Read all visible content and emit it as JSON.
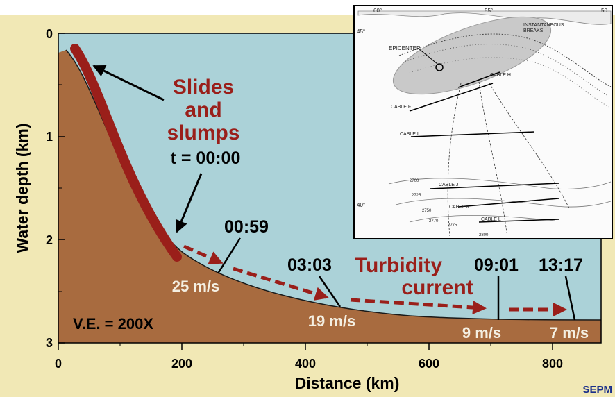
{
  "axes": {
    "ylabel": "Water depth (km)",
    "xlabel": "Distance (km)",
    "yticks": [
      "0",
      "1",
      "2",
      "3"
    ],
    "xticks": [
      "0",
      "200",
      "400",
      "600",
      "800"
    ]
  },
  "annotations": {
    "slides": [
      "Slides",
      "and",
      "slumps"
    ],
    "t0": "t = 00:00",
    "turbidity": [
      "Turbidity",
      "current"
    ],
    "times": [
      "00:59",
      "03:03",
      "09:01",
      "13:17"
    ],
    "speeds": [
      "25 m/s",
      "19 m/s",
      "9 m/s",
      "7 m/s"
    ],
    "ve": "V.E. = 200X"
  },
  "credit": "SEPM",
  "inset_map": {
    "epicenter": "EPICENTER",
    "breaks": [
      "INSTANTANEOUS",
      "BREAKS"
    ],
    "cables": [
      "CABLE H",
      "CABLE F",
      "CABLE I",
      "CABLE J",
      "CABLE K",
      "CABLE L"
    ],
    "lat_labels": [
      "45°",
      "40°"
    ],
    "lon_labels": [
      "60°",
      "55°",
      "50"
    ],
    "depth_labels": [
      "2700",
      "2725",
      "2750",
      "2770",
      "2775",
      "2800"
    ]
  },
  "colors": {
    "water": "#abd2d8",
    "sediment": "#a86b3f",
    "slide": "#9a1f1a",
    "background": "#f1e8b5",
    "credit": "#1a2f8a"
  }
}
